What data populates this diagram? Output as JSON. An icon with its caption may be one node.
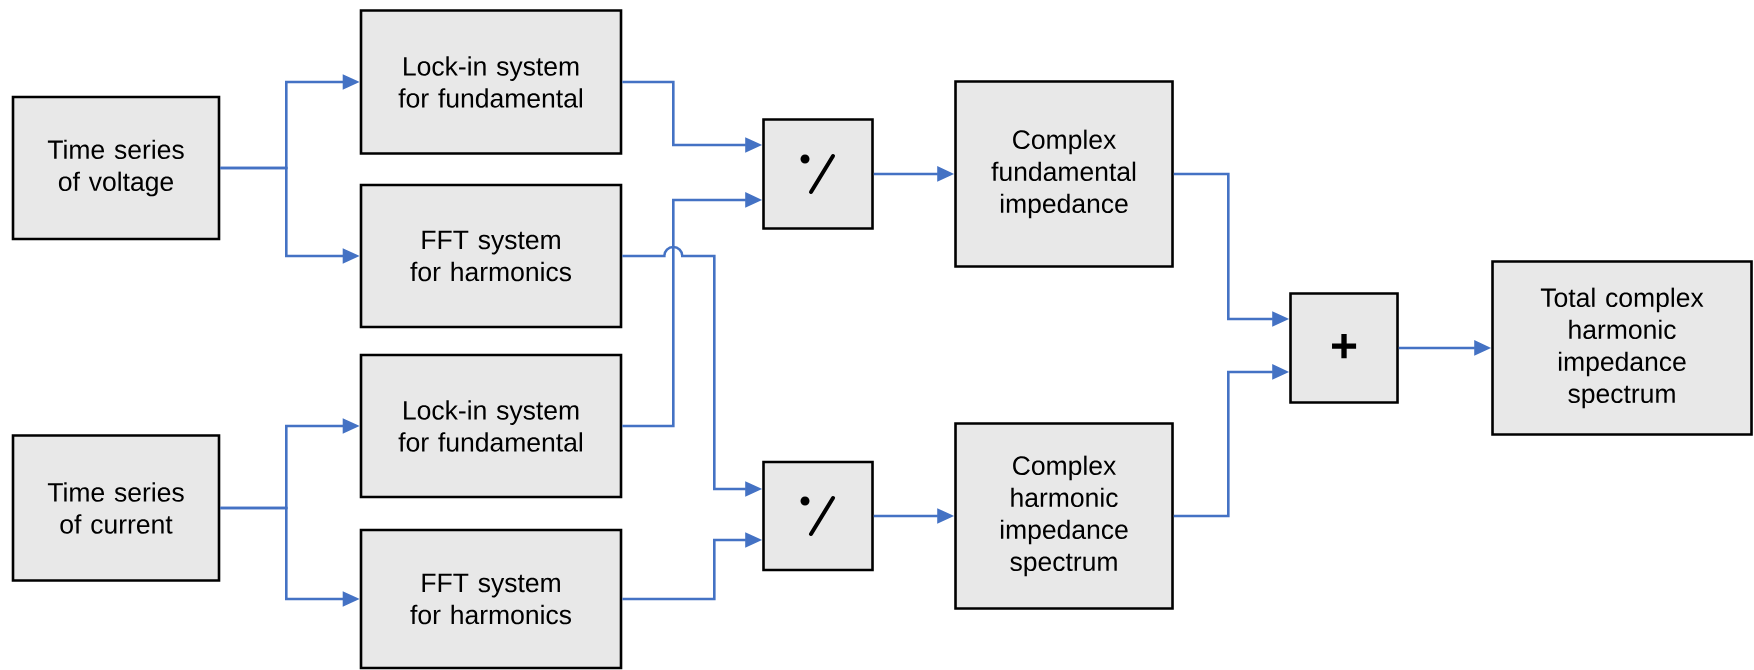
{
  "diagram": {
    "nodes": [
      {
        "text": [
          "Time series of voltage"
        ]
      },
      {
        "text": [
          "Time series of current"
        ]
      },
      {
        "text": [
          "Lock-in system for fundamental"
        ]
      },
      {
        "text": [
          "FFT system for harmonics"
        ]
      },
      {
        "text": [
          "Lock-in system for fundamental"
        ]
      },
      {
        "text": [
          "FFT system for harmonics"
        ]
      },
      {
        "text": [],
        "shape": "box"
      },
      {
        "text": [],
        "shape": "box"
      },
      {
        "text": [
          "Complex fundamental impedance"
        ]
      },
      {
        "text": [
          "Complex harmonic impedance spectrum"
        ]
      },
      {
        "text": [
          "+"
        ]
      },
      {
        "text": [
          "Total complex harmonic impedance spectrum"
        ]
      }
    ],
    "edges": [
      {
        "from": 0,
        "to": 2,
        "arrow": "to"
      },
      {
        "from": 0,
        "to": 3,
        "arrow": "to"
      },
      {
        "from": 1,
        "to": 4,
        "arrow": "to"
      },
      {
        "from": 1,
        "to": 5,
        "arrow": "to"
      },
      {
        "from": 2,
        "to": 6,
        "arrow": "to"
      },
      {
        "from": 4,
        "to": 6,
        "arrow": "to"
      },
      {
        "from": 3,
        "to": 7,
        "arrow": "to"
      },
      {
        "from": 5,
        "to": 7,
        "arrow": "to"
      },
      {
        "from": 6,
        "to": 8,
        "arrow": "to"
      },
      {
        "from": 7,
        "to": 9,
        "arrow": "to"
      },
      {
        "from": 8,
        "to": 10,
        "arrow": "to"
      },
      {
        "from": 9,
        "to": 10,
        "arrow": "to"
      },
      {
        "from": 10,
        "to": 11,
        "arrow": "to"
      }
    ]
  }
}
